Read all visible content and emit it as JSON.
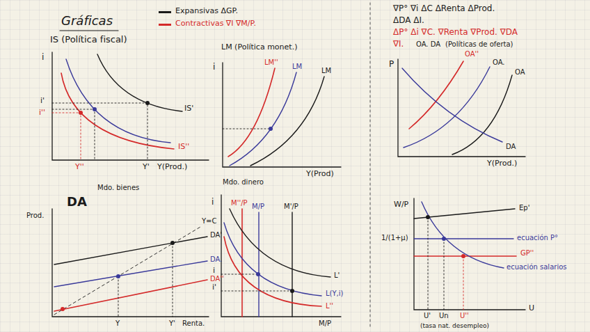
{
  "diagram": {
    "title": "Gráficas",
    "labels": [
      "∇P° ∇i ΔC ΔRenta ΔProd.",
      "ΔDA ΔI.",
      "ΔP° Δi ∇C. ∇Renta ∇Prod. ∇DA",
      "∇I.",
      "OA. DA",
      "(Políticas de oferta)",
      "IS (Política fiscal)",
      "i",
      "i'",
      "i''",
      "IS'",
      "IS''",
      "Y''",
      "Y'",
      "Y(Prod.)",
      "LM (Política monet.)",
      "i",
      "LM''",
      "LM",
      "LM",
      "Y(Prod)",
      "P",
      "OA''",
      "OA.",
      "OA",
      "DA",
      "Y(Prod.)",
      "Mdo. bienes",
      "DA",
      "Prod.",
      "Y=C",
      "DA'",
      "DA.",
      "DA''",
      "Y",
      "Y'",
      "Renta.",
      "Mdo. dinero",
      "i",
      "M''/P",
      "M/P",
      "M'/P",
      "L'",
      "L(Y,i)",
      "L''",
      "i",
      "i'",
      "M/P",
      "W/P",
      "Ep'",
      "1/(1+μ)",
      "ecuación P°",
      "GP''",
      "ecuación salarios",
      "U'",
      "Un",
      "U''",
      "U",
      "(tasa nat. desempleo)"
    ],
    "legend": [
      {
        "text": "Expansivas ΔGP.",
        "color": "#1a1a1a"
      },
      {
        "text": "Contractivas ∇I ∇M/P.",
        "color": "#d42a2a"
      }
    ]
  }
}
